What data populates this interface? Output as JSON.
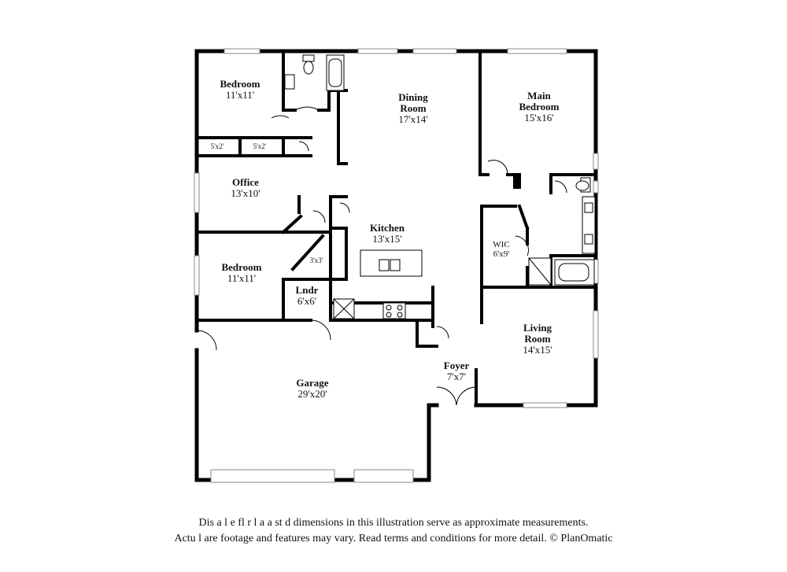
{
  "rooms": {
    "bedroom1": {
      "name": "Bedroom",
      "dims": "11'x11'"
    },
    "dining": {
      "name": "Dining Room",
      "name_line1": "Dining",
      "name_line2": "Room",
      "dims": "17'x14'"
    },
    "main_bedroom": {
      "name_line1": "Main",
      "name_line2": "Bedroom",
      "dims": "15'x16'"
    },
    "office": {
      "name": "Office",
      "dims": "13'x10'"
    },
    "kitchen": {
      "name": "Kitchen",
      "dims": "13'x15'"
    },
    "bedroom2": {
      "name": "Bedroom",
      "dims": "11'x11'"
    },
    "laundry": {
      "name": "Lndr",
      "dims": "6'x6'"
    },
    "wic": {
      "name": "WIC",
      "dims": "6'x9'"
    },
    "living": {
      "name_line1": "Living",
      "name_line2": "Room",
      "dims": "14'x15'"
    },
    "foyer": {
      "name": "Foyer",
      "dims": "7'x7'"
    },
    "garage": {
      "name": "Garage",
      "dims": "29'x20'"
    }
  },
  "closets": {
    "closet_a": "5'x2'",
    "closet_b": "5'x2'",
    "pantry": "3'x3'"
  },
  "disclaimer": {
    "line1": "Dis     a         l  e fl    r  l a  a    st    d dimensions in this illustration serve as approximate measurements.",
    "line2": "Actu     l     are footage and features may vary. Read terms and conditions for more detail. © PlanOmatic"
  },
  "colors": {
    "wall": "#000000",
    "window": "#888888",
    "background": "#ffffff"
  }
}
